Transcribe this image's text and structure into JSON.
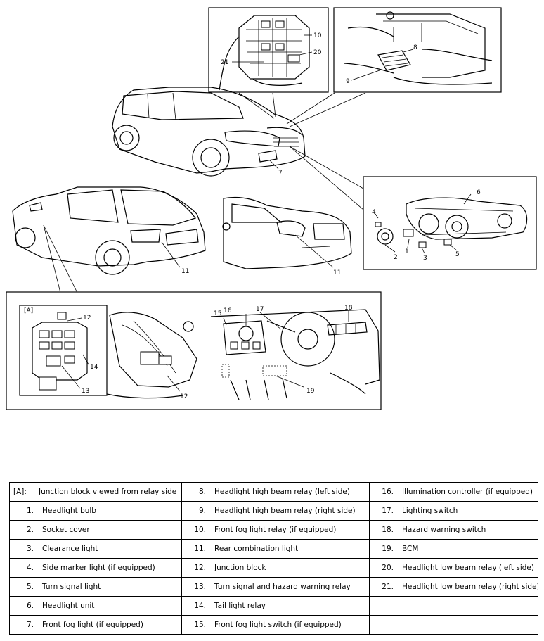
{
  "callouts": {
    "c1": "1",
    "c2": "2",
    "c3": "3",
    "c4": "4",
    "c5": "5",
    "c6": "6",
    "c7": "7",
    "c8": "8",
    "c9": "9",
    "c10": "10",
    "c11a": "11",
    "c11b": "11",
    "c12a": "12",
    "c12b": "12",
    "c13": "13",
    "c14": "14",
    "c15": "15",
    "c16": "16",
    "c17": "17",
    "c18": "18",
    "c19": "19",
    "c20": "20",
    "c21": "21",
    "detail_a": "[A]"
  },
  "legend": {
    "rows": [
      [
        {
          "num": "[A]:",
          "text": "Junction block viewed from relay side"
        },
        {
          "num": "8.",
          "text": "Headlight high beam relay (left side)"
        },
        {
          "num": "16.",
          "text": "Illumination controller (if equipped)"
        }
      ],
      [
        {
          "num": "1.",
          "text": "Headlight bulb"
        },
        {
          "num": "9.",
          "text": "Headlight high beam relay (right side)"
        },
        {
          "num": "17.",
          "text": "Lighting switch"
        }
      ],
      [
        {
          "num": "2.",
          "text": "Socket cover"
        },
        {
          "num": "10.",
          "text": "Front fog light relay (if equipped)"
        },
        {
          "num": "18.",
          "text": "Hazard warning switch"
        }
      ],
      [
        {
          "num": "3.",
          "text": "Clearance light"
        },
        {
          "num": "11.",
          "text": "Rear combination light"
        },
        {
          "num": "19.",
          "text": "BCM"
        }
      ],
      [
        {
          "num": "4.",
          "text": "Side marker light (if equipped)"
        },
        {
          "num": "12.",
          "text": "Junction block"
        },
        {
          "num": "20.",
          "text": "Headlight low beam relay (left side)"
        }
      ],
      [
        {
          "num": "5.",
          "text": "Turn signal light"
        },
        {
          "num": "13.",
          "text": "Turn signal and hazard warning relay"
        },
        {
          "num": "21.",
          "text": "Headlight low beam relay (right side)"
        }
      ],
      [
        {
          "num": "6.",
          "text": "Headlight unit"
        },
        {
          "num": "14.",
          "text": "Tail light relay"
        },
        {
          "num": "",
          "text": ""
        }
      ],
      [
        {
          "num": "7.",
          "text": "Front fog light (if equipped)"
        },
        {
          "num": "15.",
          "text": "Front fog light switch (if equipped)"
        },
        {
          "num": "",
          "text": ""
        }
      ]
    ]
  }
}
